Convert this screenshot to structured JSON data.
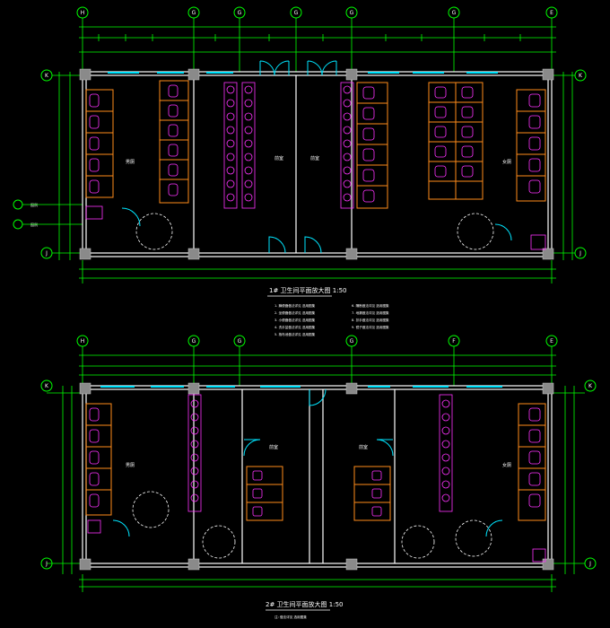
{
  "colors": {
    "background": "#000000",
    "grid_line": "#00ff00",
    "wall": "#ffffff",
    "partition": "#ff8c1a",
    "fixture": "#ff33ff",
    "door": "#00e5ff",
    "column": "#9a9a9a",
    "text": "#ffffff"
  },
  "plan1": {
    "axis_top": [
      "H",
      "G",
      "G",
      "G",
      "G",
      "G",
      "E"
    ],
    "axis_left": [
      "K",
      "J"
    ],
    "axis_right": [
      "K",
      "J"
    ],
    "side_notes": [
      "图例",
      "图例"
    ],
    "room_labels": [
      "男厕",
      "女厕",
      "前室",
      "前室"
    ],
    "scale_title": "1# 卫生间平面放大图 1:50",
    "notes": [
      "1. 蹲便器做法详见 选用图集",
      "2. 坐便器做法详见 选用图集",
      "3. 小便器做法详见 选用图集",
      "4. 洗手盆做法详见 选用图集",
      "5. 拖布池做法详见 选用图集",
      "6. 隔断做法详见 选用图集",
      "7. 地漏做法详见 选用图集",
      "8. 扶手做法详见 选用图集",
      "9. 镜子做法详见 选用图集"
    ]
  },
  "plan2": {
    "axis_top": [
      "H",
      "G",
      "G",
      "G",
      "F",
      "E"
    ],
    "axis_left": [
      "K",
      "J"
    ],
    "axis_right": [
      "K",
      "J"
    ],
    "room_labels": [
      "男厕",
      "女厕",
      "前室",
      "前室"
    ],
    "scale_title": "2# 卫生间平面放大图 1:50",
    "notes": [
      "注: 做法详见 选用图集"
    ]
  }
}
